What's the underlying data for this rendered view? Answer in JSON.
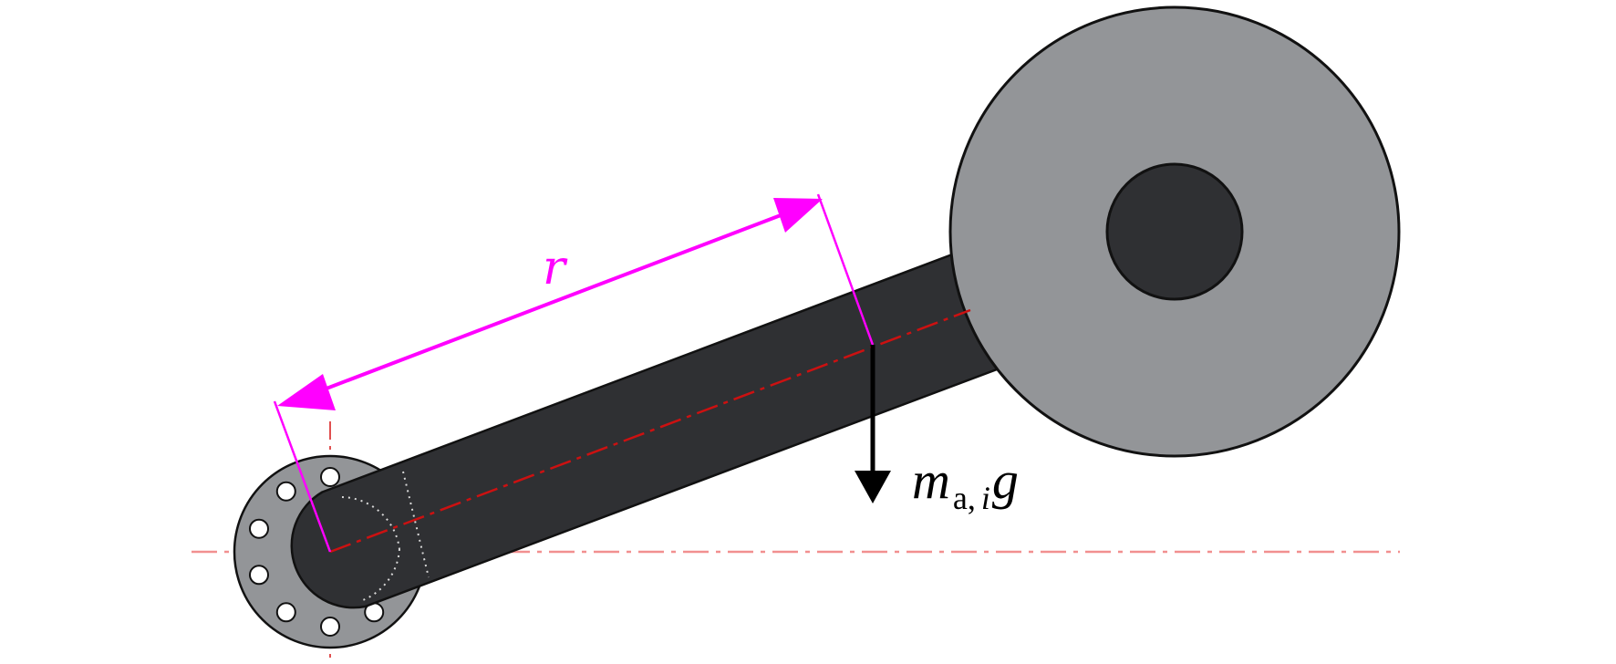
{
  "labels": {
    "radius": "r",
    "force_main": "m",
    "force_sub_a": "a,",
    "force_sub_i": "i",
    "force_tail": "g"
  },
  "colors": {
    "background": "#ffffff",
    "arm": "#2f3033",
    "disc": "#939598",
    "outline": "#111111",
    "hub": "#2f3033",
    "dimension": "#ff00ff",
    "centerline": "#cc1111",
    "reference_line": "#f29090",
    "force_arrow": "#000000",
    "bolt_hole": "#ffffff"
  },
  "icons": {
    "flange": "bolted-flange-icon",
    "disc": "disc-mass-icon",
    "arrow": "downward-force-arrow-icon"
  }
}
